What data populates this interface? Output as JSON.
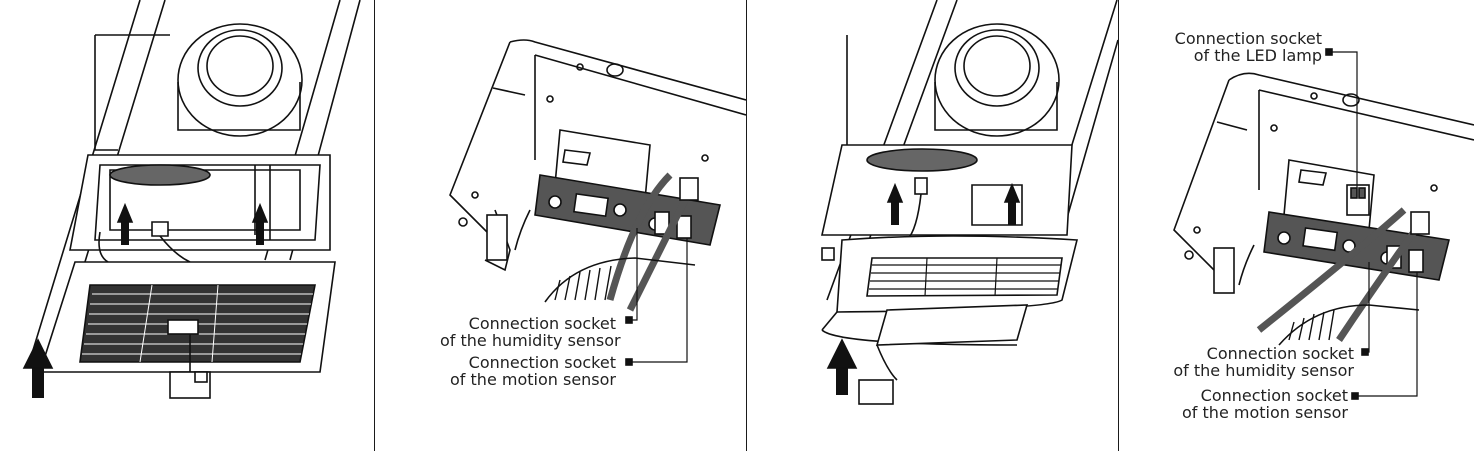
{
  "panels": {
    "p2": {
      "humidity": {
        "line1": "Connection socket",
        "line2": "of the humidity sensor"
      },
      "motion": {
        "line1": "Connection socket",
        "line2": "of the motion sensor"
      }
    },
    "p4": {
      "led": {
        "line1": "Connection socket",
        "line2": "of the LED lamp"
      },
      "humidity": {
        "line1": "Connection socket",
        "line2": "of the humidity sensor"
      },
      "motion": {
        "line1": "Connection socket",
        "line2": "of the motion sensor"
      }
    }
  }
}
